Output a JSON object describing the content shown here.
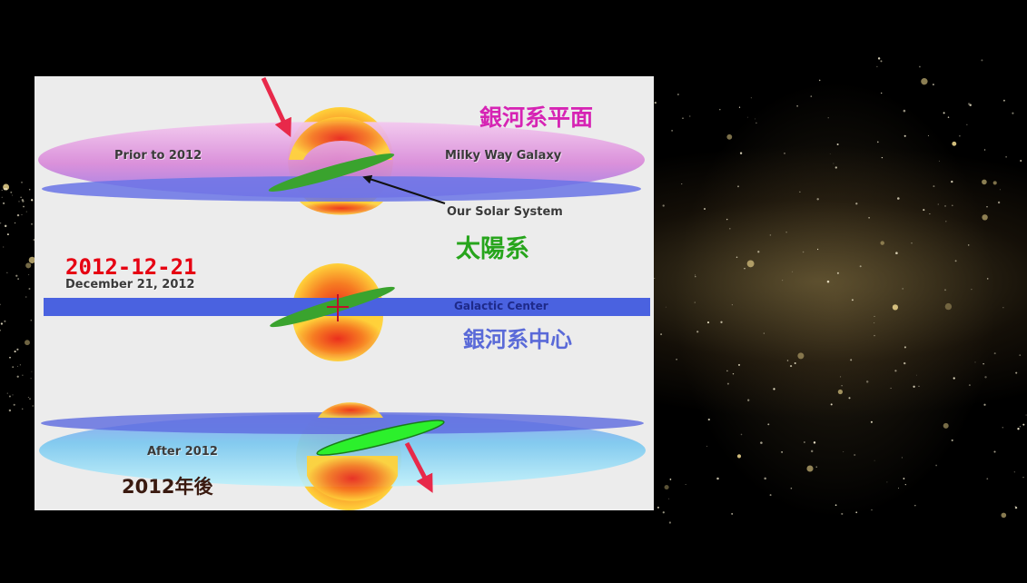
{
  "diagram": {
    "zh_galactic_plane": "銀河系平面",
    "prior_label": "Prior to 2012",
    "milky_way_label": "Milky Way Galaxy",
    "solar_system_label": "Our Solar System",
    "zh_solar_system": "太陽系",
    "date_label": "2012-12-21",
    "date_en_label": "December 21, 2012",
    "galactic_center_label": "Galactic Center",
    "zh_galactic_center": "銀河系中心",
    "after_label": "After 2012",
    "zh_after": "2012年後"
  },
  "colors": {
    "zh_plane": "#d624b4",
    "zh_solar": "#27a51c",
    "date_red": "#e60012",
    "zh_center": "#5a6ad8",
    "zh_after": "#3a1a10",
    "band_blue": "#4a62e0",
    "ring_green": "#3aa32e",
    "arrow_red": "#e8294a"
  }
}
